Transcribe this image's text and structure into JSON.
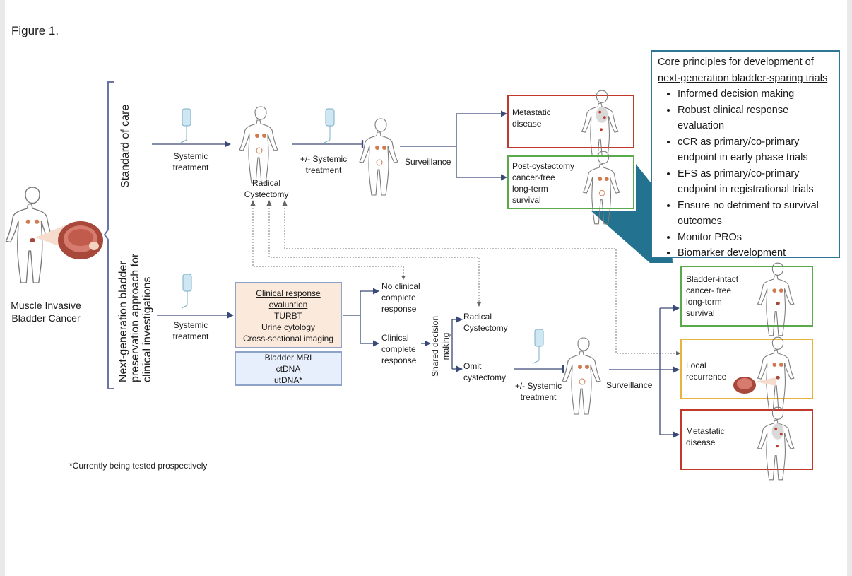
{
  "figure_title": "Figure 1.",
  "patient": {
    "label_line1": "Muscle Invasive",
    "label_line2": "Bladder Cancer"
  },
  "standard_pathway": {
    "side_label": "Standard of care",
    "systemic_treatment": [
      "Systemic",
      "treatment"
    ],
    "radical_cystectomy": [
      "Radical",
      "Cystectomy"
    ],
    "optional_systemic": [
      "+/- Systemic",
      "treatment"
    ],
    "surveillance": "Surveillance",
    "outcome_metastatic": [
      "Metastatic",
      "disease"
    ],
    "outcome_survival": [
      "Post-cystectomy",
      "cancer-free",
      "long-term",
      "survival"
    ]
  },
  "nextgen_pathway": {
    "side_label": [
      "Next-generation bladder",
      "preservation approach for",
      "clinical investigations"
    ],
    "systemic_treatment": [
      "Systemic",
      "treatment"
    ],
    "evaluation_box": {
      "heading": [
        "Clinical response",
        "evaluation"
      ],
      "items": [
        "TURBT",
        "Urine cytology",
        "Cross-sectional imaging"
      ]
    },
    "investigational_box": {
      "items": [
        "Bladder MRI",
        "ctDNA",
        "utDNA*"
      ]
    },
    "no_clinical_complete_response": [
      "No clinical",
      "complete",
      "response"
    ],
    "clinical_complete_response": [
      "Clinical",
      "complete",
      "response"
    ],
    "shared_decision": [
      "Shared decision",
      "making"
    ],
    "radical_cystectomy": [
      "Radical",
      "Cystectomy"
    ],
    "omit_cystectomy": [
      "Omit",
      "cystectomy"
    ],
    "optional_systemic": [
      "+/- Systemic",
      "treatment"
    ],
    "surveillance": "Surveillance",
    "outcome_bladder_intact": [
      "Bladder-intact",
      "cancer- free",
      "long-term",
      "survival"
    ],
    "outcome_local_recurrence": [
      "Local",
      "recurrence"
    ],
    "outcome_metastatic": [
      "Metastatic",
      "disease"
    ]
  },
  "core_principles": {
    "heading": [
      "Core principles for development of",
      "next-generation bladder-sparing  trials"
    ],
    "items": [
      [
        "Informed decision making"
      ],
      [
        "Robust clinical response",
        "evaluation"
      ],
      [
        "cCR as primary/co-primary",
        "endpoint in early phase trials"
      ],
      [
        "EFS as primary/co-primary",
        "endpoint in registrational trials"
      ],
      [
        "Ensure no detriment to survival",
        "outcomes"
      ],
      [
        "Monitor PROs"
      ],
      [
        "Biomarker development"
      ]
    ]
  },
  "footnote": "*Currently being tested prospectively",
  "colors": {
    "arrow": "#3a4a78",
    "bracket": "#6a76a8",
    "dotted": "#777777",
    "metastatic_border": "#c0392b",
    "survival_border": "#5aa94a",
    "recurrence_border": "#e8b23c",
    "principles_border": "#2f7595",
    "principles_connector": "#23728f",
    "evaluation_fill": "#fbeadc",
    "evaluation_border": "#8fa2c8",
    "investigational_fill": "#e6effb",
    "kidney": "#d07a4e",
    "bladder": "#a8483a"
  }
}
